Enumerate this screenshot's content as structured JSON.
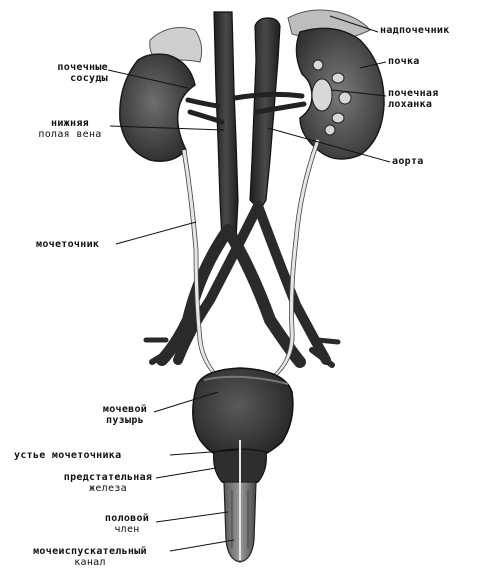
{
  "labels": {
    "adrenal": "надпочечник",
    "kidney": "почка",
    "renal_vessels_1": "почечные",
    "renal_vessels_2": "сосуды",
    "renal_pelvis_1": "почечная",
    "renal_pelvis_2": "лоханка",
    "vena_cava_1": "нижняя",
    "vena_cava_2": "полая вена",
    "aorta": "аорта",
    "ureter": "мочеточник",
    "bladder_1": "мочевой",
    "bladder_2": "пузырь",
    "ureter_orifice": "устье мочеточника",
    "prostate_1": "предстательная",
    "prostate_2": "железа",
    "penis_1": "половой",
    "penis_2": "член",
    "urethra_1": "мочеиспускательный",
    "urethra_2": "канал"
  },
  "colors": {
    "organ_dark": "#3a3a3a",
    "organ_mid": "#6a6a6a",
    "organ_light": "#d8d8d8",
    "leader": "#111111"
  }
}
